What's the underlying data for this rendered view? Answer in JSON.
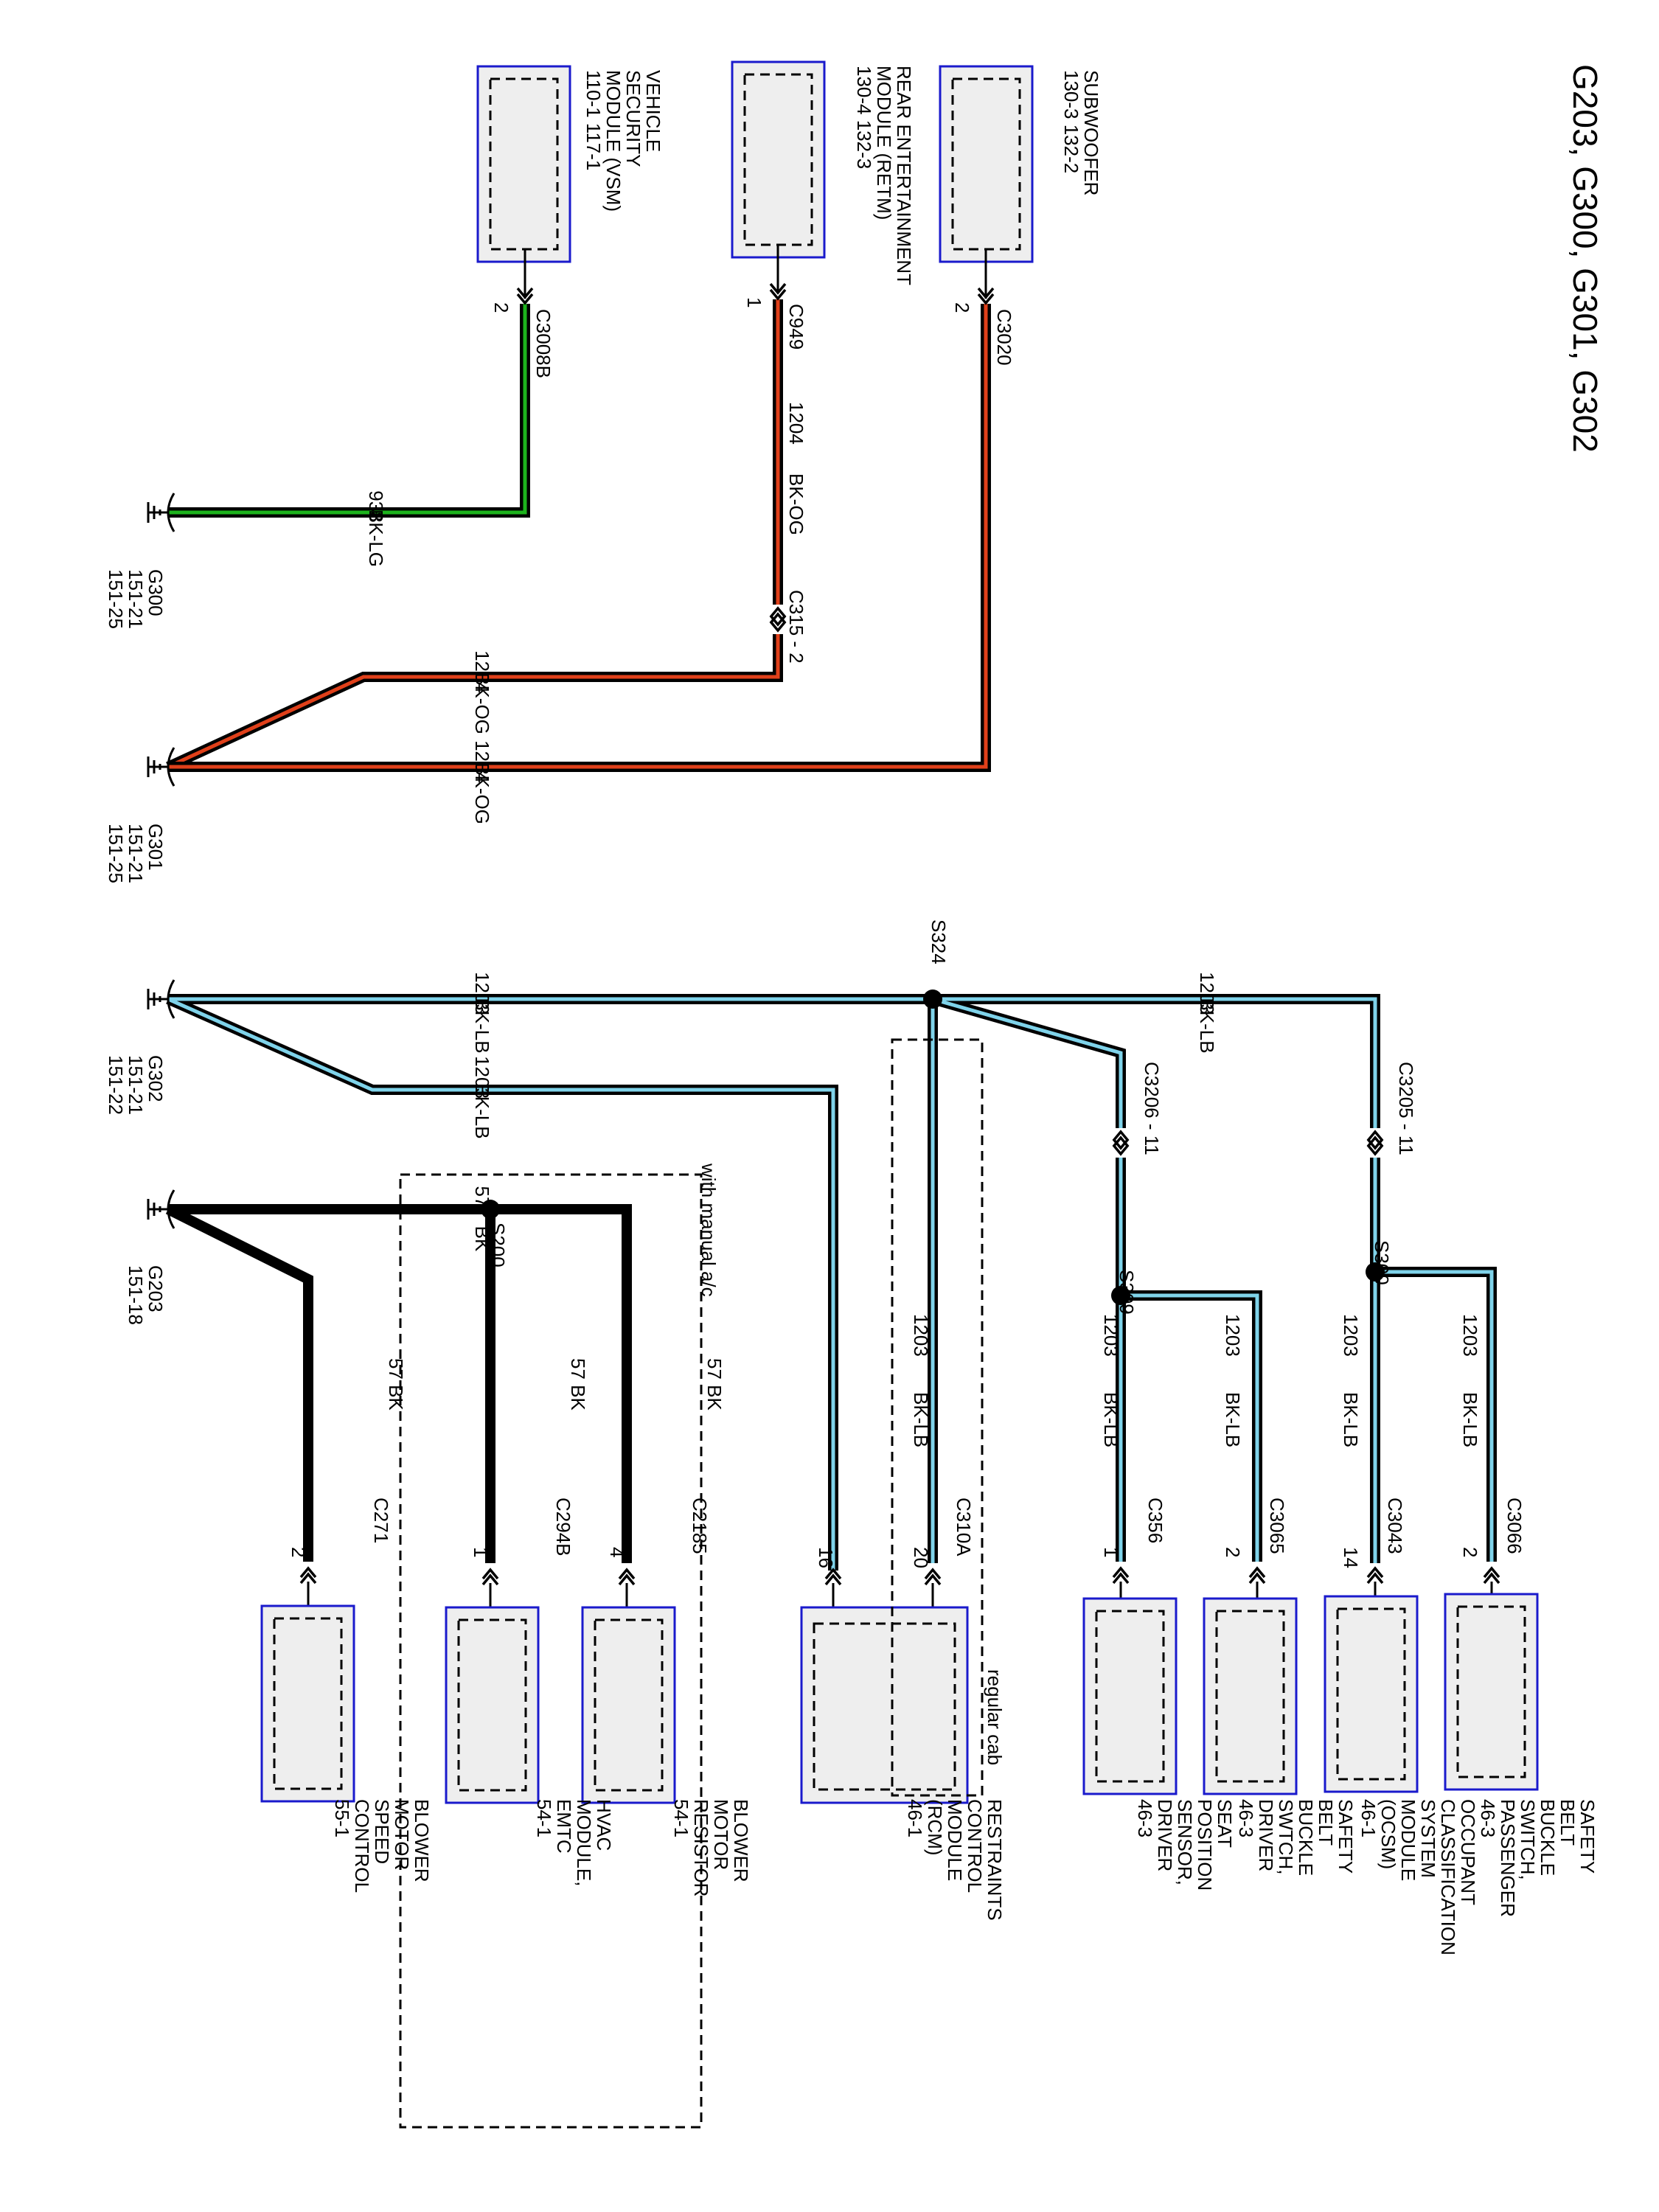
{
  "title": "G203, G300, G301, G302",
  "grounds": {
    "g300": {
      "label": "G300\n151-21\n151-25"
    },
    "g301": {
      "label": "G301\n151-21\n151-25"
    },
    "g302": {
      "label": "G302\n151-21\n151-22"
    },
    "g203": {
      "label": "G203\n151-18"
    }
  },
  "components": {
    "vsm": {
      "name": "VEHICLE\nSECURITY\nMODULE (VSM)\n110-1      117-1",
      "connector": "C3008B",
      "pin": "2"
    },
    "retm": {
      "name": "REAR ENTERTAINMENT\nMODULE (RETM)\n130-4      132-3",
      "connector": "C949",
      "pin": "1"
    },
    "subwoofer": {
      "name": "SUBWOOFER\n130-3      132-2",
      "connector": "C3020",
      "pin": "2"
    },
    "sbs_passenger": {
      "name": "SAFETY BELT\nBUCKLE SWITCH,\nPASSENGER\n46-3",
      "connector": "C3066",
      "pin": "2"
    },
    "ocsm": {
      "name": "OCCUPANT CLASSIFICATION\nSYSTEM MODULE (OCSM)\n46-1",
      "connector": "C3043",
      "pin": "14"
    },
    "sbs_driver": {
      "name": "SAFETY BELT\nBUCKLE SWTCH,\nDRIVER\n46-3",
      "connector": "C3065",
      "pin": "2"
    },
    "seat_pos": {
      "name": "SEAT POSITION\nSENSOR,\nDRIVER\n46-3",
      "connector": "C356",
      "pin": "1"
    },
    "rcm": {
      "name": "RESTRAINTS\nCONTROL\nMODULE (RCM)\n46-1",
      "connector": "C310A",
      "pin_a": "20",
      "pin_b": "16"
    },
    "blower_resistor": {
      "name": "BLOWER\nMOTOR\nRESISTOR\n54-1",
      "connector": "C2185",
      "pin": "4"
    },
    "hvac": {
      "name": "HVAC MODULE,\nEMTC\n54-1",
      "connector": "C294B",
      "pin": "1"
    },
    "blower_speed": {
      "name": "BLOWER\nMOTOR SPEED\nCONTROL\n55-1",
      "connector": "C271",
      "pin": "2"
    }
  },
  "inline_connectors": {
    "c315": "C315 - 2",
    "c3206": "C3206 - 11",
    "c3205": "C3205 - 11"
  },
  "splices": {
    "s324": "S324",
    "s309": "S309",
    "s300": "S300",
    "s200": "S200"
  },
  "wires": {
    "w938_circuit": "938",
    "w938_color": "BK-LG",
    "w1204_circuit": "1204",
    "w1204_color": "BK-OG",
    "w1203_circuit": "1203",
    "w1203_color": "BK-LB",
    "w57_circuit": "57",
    "w57_color": "BK",
    "w57_full": "57   BK"
  },
  "regions": {
    "regular_cab": "regular cab",
    "manual_ac": "with manual a/c"
  },
  "colors": {
    "BK-LG": "#1db31d",
    "BK-OG": "#e0401a",
    "BK-LB": "#7fd3ea",
    "BK": "#000000",
    "module_border": "#1a1acc",
    "module_fill": "#eeeeee"
  }
}
